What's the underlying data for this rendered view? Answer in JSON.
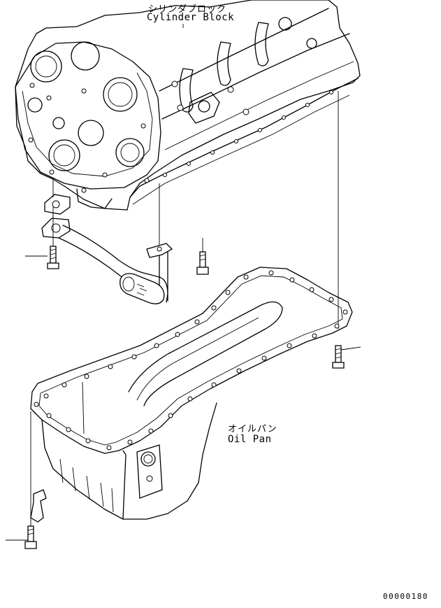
{
  "labels": {
    "cylinder_block_jp": "シリンダブロック",
    "cylinder_block_en": "Cylinder Block",
    "oil_pan_jp": "オイルパン",
    "oil_pan_en": "Oil Pan",
    "drawing_number": "00000180"
  },
  "parts": [
    "cylinder-block",
    "oil-pipe",
    "oil-pan",
    "gasket",
    "bolt"
  ],
  "colors": {
    "line": "#000000",
    "background": "#ffffff"
  }
}
